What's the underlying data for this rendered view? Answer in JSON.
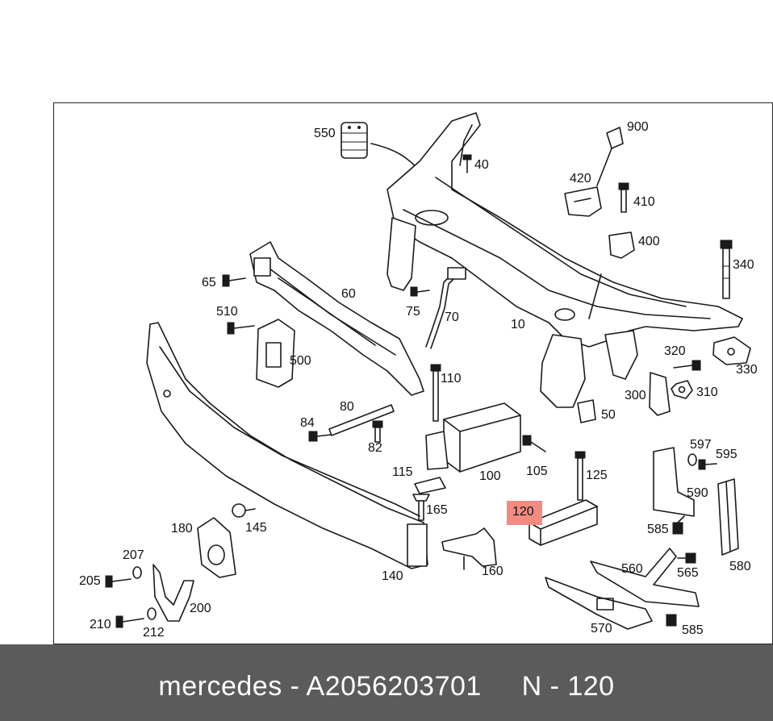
{
  "colors": {
    "highlight": "#f28b82",
    "bottom_bar": "#5b5b5b",
    "bottom_text": "#ffffff",
    "line": "#1a1a1a"
  },
  "footer": {
    "brand": "mercedes",
    "sep1": " - ",
    "part_number": "A2056203701",
    "gap": "     ",
    "position_prefix": "N",
    "sep2": " - ",
    "position": "120"
  },
  "highlighted_label": "120",
  "labels": [
    {
      "id": "550",
      "text": "550"
    },
    {
      "id": "900",
      "text": "900"
    },
    {
      "id": "40",
      "text": "40"
    },
    {
      "id": "420",
      "text": "420"
    },
    {
      "id": "410",
      "text": "410"
    },
    {
      "id": "400",
      "text": "400"
    },
    {
      "id": "340",
      "text": "340"
    },
    {
      "id": "65",
      "text": "65"
    },
    {
      "id": "60",
      "text": "60"
    },
    {
      "id": "75",
      "text": "75"
    },
    {
      "id": "70",
      "text": "70"
    },
    {
      "id": "510",
      "text": "510"
    },
    {
      "id": "10",
      "text": "10"
    },
    {
      "id": "500",
      "text": "500"
    },
    {
      "id": "320",
      "text": "320"
    },
    {
      "id": "330",
      "text": "330"
    },
    {
      "id": "110",
      "text": "110"
    },
    {
      "id": "300",
      "text": "300"
    },
    {
      "id": "310",
      "text": "310"
    },
    {
      "id": "80",
      "text": "80"
    },
    {
      "id": "50",
      "text": "50"
    },
    {
      "id": "84",
      "text": "84"
    },
    {
      "id": "82",
      "text": "82"
    },
    {
      "id": "597",
      "text": "597"
    },
    {
      "id": "595",
      "text": "595"
    },
    {
      "id": "115",
      "text": "115"
    },
    {
      "id": "100",
      "text": "100"
    },
    {
      "id": "105",
      "text": "105"
    },
    {
      "id": "125",
      "text": "125"
    },
    {
      "id": "590",
      "text": "590"
    },
    {
      "id": "165",
      "text": "165"
    },
    {
      "id": "145",
      "text": "145"
    },
    {
      "id": "180",
      "text": "180"
    },
    {
      "id": "585a",
      "text": "585"
    },
    {
      "id": "207",
      "text": "207"
    },
    {
      "id": "580",
      "text": "580"
    },
    {
      "id": "160",
      "text": "160"
    },
    {
      "id": "560",
      "text": "560"
    },
    {
      "id": "565",
      "text": "565"
    },
    {
      "id": "205",
      "text": "205"
    },
    {
      "id": "140",
      "text": "140"
    },
    {
      "id": "200",
      "text": "200"
    },
    {
      "id": "210",
      "text": "210"
    },
    {
      "id": "570",
      "text": "570"
    },
    {
      "id": "212",
      "text": "212"
    },
    {
      "id": "585b",
      "text": "585"
    }
  ]
}
